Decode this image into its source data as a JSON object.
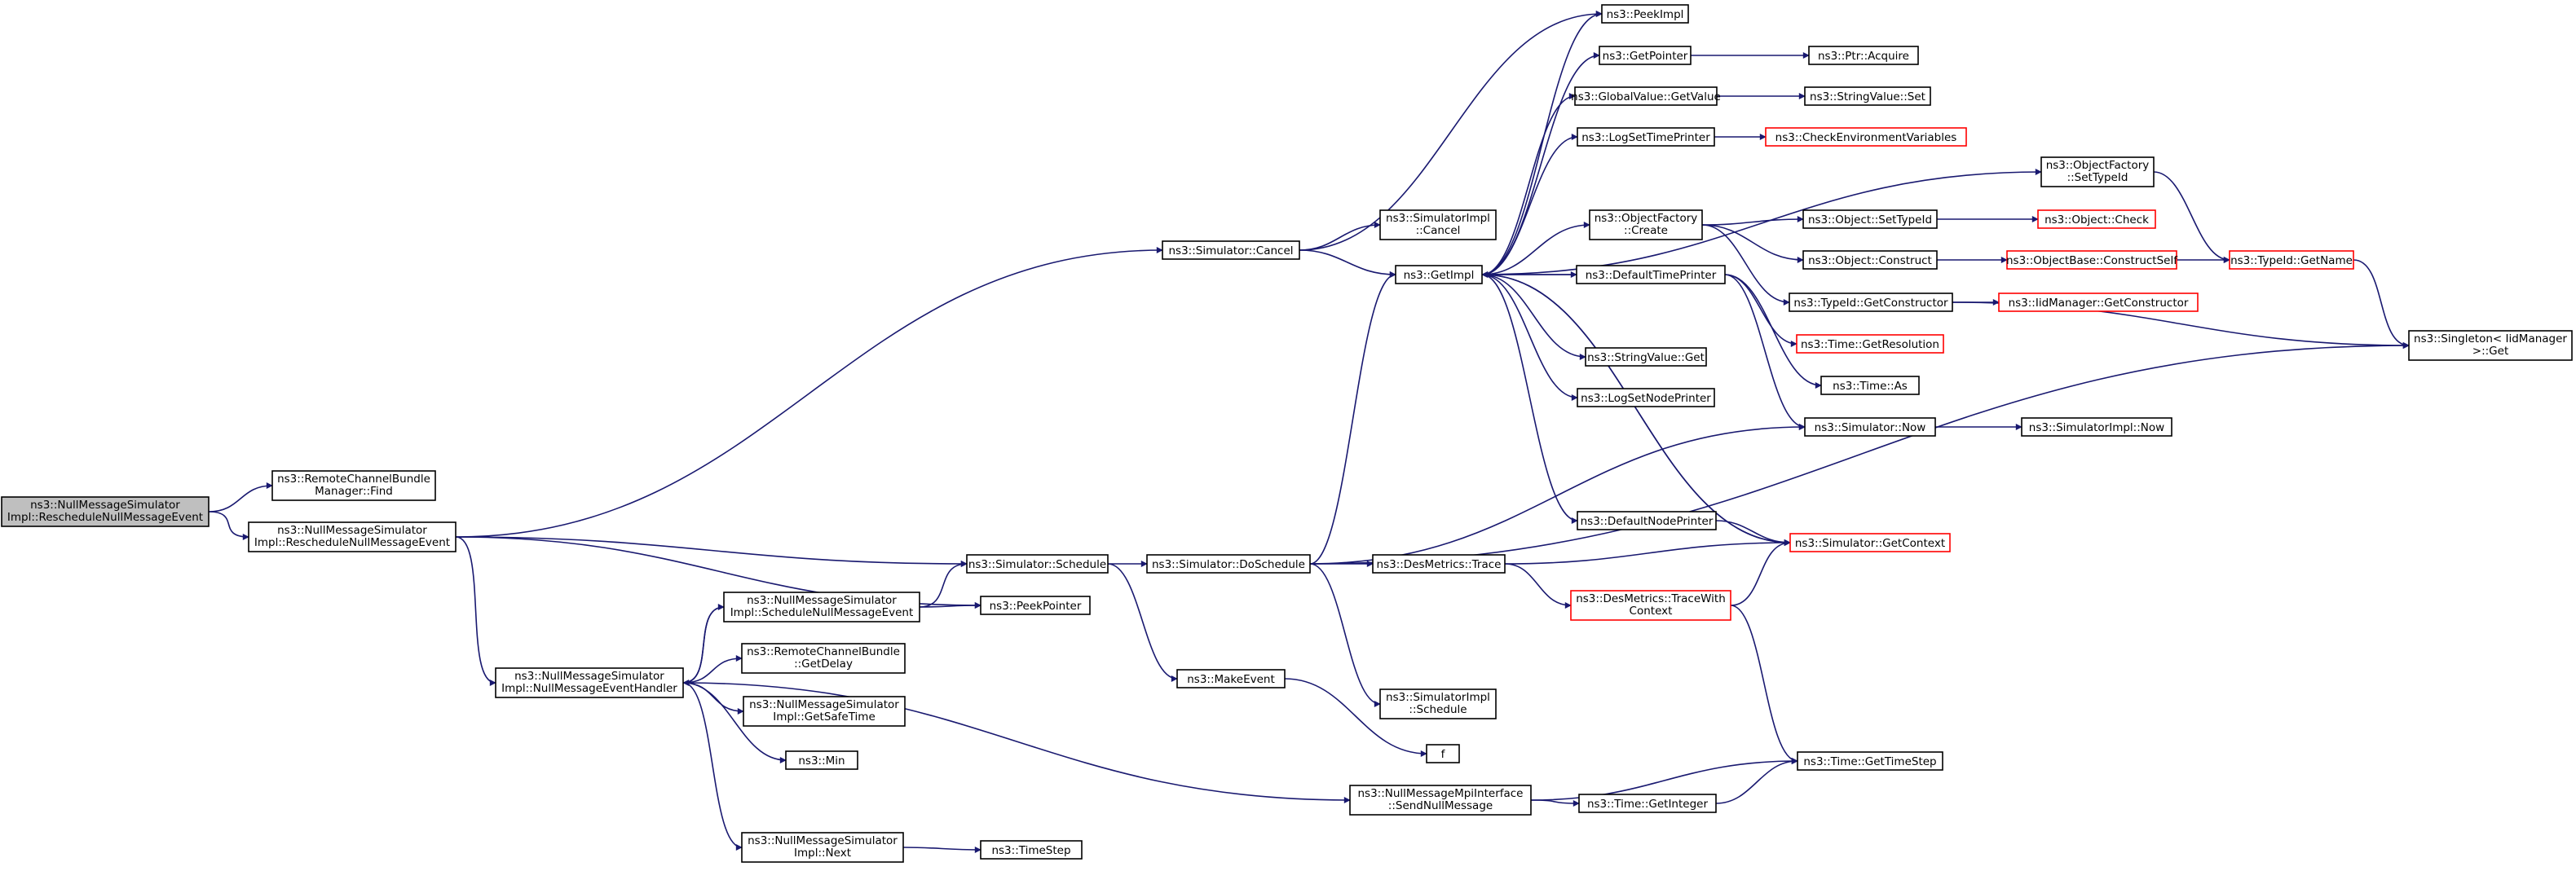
{
  "graph": {
    "colors": {
      "edge": "#191970",
      "border": "#000000",
      "truncated_border": "#ff0000",
      "root_fill": "#bfbfbf",
      "node_fill": "#ffffff"
    },
    "nodes": [
      {
        "id": "root",
        "lines": [
          "ns3::NullMessageSimulator",
          "Impl::RescheduleNullMessageEvent"
        ],
        "root": true
      },
      {
        "id": "rcb_find",
        "lines": [
          "ns3::RemoteChannelBundle",
          "Manager::Find"
        ]
      },
      {
        "id": "nms_resched",
        "lines": [
          "ns3::NullMessageSimulator",
          "Impl::RescheduleNullMessageEvent"
        ]
      },
      {
        "id": "sim_cancel",
        "lines": [
          "ns3::Simulator::Cancel"
        ]
      },
      {
        "id": "sim_schedule",
        "lines": [
          "ns3::Simulator::Schedule"
        ]
      },
      {
        "id": "peekpointer",
        "lines": [
          "ns3::PeekPointer"
        ]
      },
      {
        "id": "nms_handler",
        "lines": [
          "ns3::NullMessageSimulator",
          "Impl::NullMessageEventHandler"
        ]
      },
      {
        "id": "nms_schedevt",
        "lines": [
          "ns3::NullMessageSimulator",
          "Impl::ScheduleNullMessageEvent"
        ]
      },
      {
        "id": "rcb_delay",
        "lines": [
          "ns3::RemoteChannelBundle",
          "::GetDelay"
        ]
      },
      {
        "id": "nms_safetime",
        "lines": [
          "ns3::NullMessageSimulator",
          "Impl::GetSafeTime"
        ]
      },
      {
        "id": "min",
        "lines": [
          "ns3::Min"
        ]
      },
      {
        "id": "nms_next",
        "lines": [
          "ns3::NullMessageSimulator",
          "Impl::Next"
        ]
      },
      {
        "id": "timestep",
        "lines": [
          "ns3::TimeStep"
        ]
      },
      {
        "id": "simimpl_cancel",
        "lines": [
          "ns3::SimulatorImpl",
          "::Cancel"
        ]
      },
      {
        "id": "getimpl",
        "lines": [
          "ns3::GetImpl"
        ]
      },
      {
        "id": "doschedule",
        "lines": [
          "ns3::Simulator::DoSchedule"
        ]
      },
      {
        "id": "makeevent",
        "lines": [
          "ns3::MakeEvent"
        ]
      },
      {
        "id": "simimpl_schedule",
        "lines": [
          "ns3::SimulatorImpl",
          "::Schedule"
        ]
      },
      {
        "id": "f",
        "lines": [
          "f"
        ]
      },
      {
        "id": "sendnull",
        "lines": [
          "ns3::NullMessageMpiInterface",
          "::SendNullMessage"
        ]
      },
      {
        "id": "peekimpl",
        "lines": [
          "ns3::PeekImpl"
        ]
      },
      {
        "id": "getpointer",
        "lines": [
          "ns3::GetPointer"
        ]
      },
      {
        "id": "ptr_acquire",
        "lines": [
          "ns3::Ptr::Acquire"
        ]
      },
      {
        "id": "gv_getvalue",
        "lines": [
          "ns3::GlobalValue::GetValue"
        ]
      },
      {
        "id": "sv_set",
        "lines": [
          "ns3::StringValue::Set"
        ]
      },
      {
        "id": "logsettp",
        "lines": [
          "ns3::LogSetTimePrinter"
        ]
      },
      {
        "id": "checkenv",
        "lines": [
          "ns3::CheckEnvironmentVariables"
        ],
        "truncated": true
      },
      {
        "id": "of_settypeid",
        "lines": [
          "ns3::ObjectFactory",
          "::SetTypeId"
        ]
      },
      {
        "id": "of_create",
        "lines": [
          "ns3::ObjectFactory",
          "::Create"
        ]
      },
      {
        "id": "obj_settypeid",
        "lines": [
          "ns3::Object::SetTypeId"
        ]
      },
      {
        "id": "obj_check",
        "lines": [
          "ns3::Object::Check"
        ],
        "truncated": true
      },
      {
        "id": "obj_construct",
        "lines": [
          "ns3::Object::Construct"
        ]
      },
      {
        "id": "ob_constructself",
        "lines": [
          "ns3::ObjectBase::ConstructSelf"
        ],
        "truncated": true
      },
      {
        "id": "typeid_getname",
        "lines": [
          "ns3::TypeId::GetName"
        ],
        "truncated": true
      },
      {
        "id": "deftp",
        "lines": [
          "ns3::DefaultTimePrinter"
        ]
      },
      {
        "id": "typeid_getctor",
        "lines": [
          "ns3::TypeId::GetConstructor"
        ]
      },
      {
        "id": "iid_getctor",
        "lines": [
          "ns3::IidManager::GetConstructor"
        ],
        "truncated": true
      },
      {
        "id": "singleton_get",
        "lines": [
          "ns3::Singleton< IidManager",
          ">::Get"
        ]
      },
      {
        "id": "time_getres",
        "lines": [
          "ns3::Time::GetResolution"
        ],
        "truncated": true
      },
      {
        "id": "sv_get",
        "lines": [
          "ns3::StringValue::Get"
        ]
      },
      {
        "id": "time_as",
        "lines": [
          "ns3::Time::As"
        ]
      },
      {
        "id": "logsetnp",
        "lines": [
          "ns3::LogSetNodePrinter"
        ]
      },
      {
        "id": "sim_now",
        "lines": [
          "ns3::Simulator::Now"
        ]
      },
      {
        "id": "simimpl_now",
        "lines": [
          "ns3::SimulatorImpl::Now"
        ]
      },
      {
        "id": "defnp",
        "lines": [
          "ns3::DefaultNodePrinter"
        ]
      },
      {
        "id": "sim_getcontext",
        "lines": [
          "ns3::Simulator::GetContext"
        ],
        "truncated": true
      },
      {
        "id": "des_trace",
        "lines": [
          "ns3::DesMetrics::Trace"
        ]
      },
      {
        "id": "des_tracewith",
        "lines": [
          "ns3::DesMetrics::TraceWith",
          "Context"
        ],
        "truncated": true
      },
      {
        "id": "time_getstep",
        "lines": [
          "ns3::Time::GetTimeStep"
        ]
      },
      {
        "id": "time_getint",
        "lines": [
          "ns3::Time::GetInteger"
        ]
      }
    ],
    "edges": [
      [
        "root",
        "rcb_find"
      ],
      [
        "root",
        "nms_resched"
      ],
      [
        "nms_resched",
        "sim_cancel"
      ],
      [
        "nms_resched",
        "sim_schedule"
      ],
      [
        "nms_resched",
        "peekpointer"
      ],
      [
        "nms_resched",
        "nms_handler"
      ],
      [
        "sim_cancel",
        "peekimpl"
      ],
      [
        "sim_cancel",
        "simimpl_cancel"
      ],
      [
        "sim_cancel",
        "getimpl"
      ],
      [
        "sim_schedule",
        "doschedule"
      ],
      [
        "sim_schedule",
        "makeevent"
      ],
      [
        "nms_handler",
        "nms_schedevt"
      ],
      [
        "nms_handler",
        "rcb_delay"
      ],
      [
        "nms_handler",
        "nms_safetime"
      ],
      [
        "nms_handler",
        "min"
      ],
      [
        "nms_handler",
        "nms_next"
      ],
      [
        "nms_handler",
        "sendnull"
      ],
      [
        "nms_schedevt",
        "sim_schedule"
      ],
      [
        "nms_schedevt",
        "peekpointer"
      ],
      [
        "nms_schedevt",
        "nms_handler"
      ],
      [
        "nms_next",
        "timestep"
      ],
      [
        "doschedule",
        "getimpl"
      ],
      [
        "doschedule",
        "sim_now"
      ],
      [
        "doschedule",
        "des_trace"
      ],
      [
        "doschedule",
        "simimpl_schedule"
      ],
      [
        "doschedule",
        "singleton_get"
      ],
      [
        "makeevent",
        "f"
      ],
      [
        "sendnull",
        "time_getstep"
      ],
      [
        "sendnull",
        "time_getint"
      ],
      [
        "time_getint",
        "time_getstep"
      ],
      [
        "getimpl",
        "peekimpl"
      ],
      [
        "getimpl",
        "getpointer"
      ],
      [
        "getimpl",
        "gv_getvalue"
      ],
      [
        "getimpl",
        "logsettp"
      ],
      [
        "getimpl",
        "of_settypeid"
      ],
      [
        "getimpl",
        "of_create"
      ],
      [
        "getimpl",
        "deftp"
      ],
      [
        "getimpl",
        "sv_get"
      ],
      [
        "getimpl",
        "logsetnp"
      ],
      [
        "getimpl",
        "defnp"
      ],
      [
        "getimpl",
        "sim_getcontext"
      ],
      [
        "getpointer",
        "ptr_acquire"
      ],
      [
        "gv_getvalue",
        "sv_set"
      ],
      [
        "logsettp",
        "checkenv"
      ],
      [
        "of_settypeid",
        "typeid_getname"
      ],
      [
        "of_create",
        "obj_settypeid"
      ],
      [
        "of_create",
        "obj_construct"
      ],
      [
        "of_create",
        "typeid_getctor"
      ],
      [
        "obj_settypeid",
        "obj_check"
      ],
      [
        "obj_construct",
        "ob_constructself"
      ],
      [
        "ob_constructself",
        "typeid_getname"
      ],
      [
        "typeid_getname",
        "singleton_get"
      ],
      [
        "typeid_getctor",
        "iid_getctor"
      ],
      [
        "typeid_getctor",
        "singleton_get"
      ],
      [
        "deftp",
        "getimpl"
      ],
      [
        "deftp",
        "time_getres"
      ],
      [
        "deftp",
        "time_as"
      ],
      [
        "deftp",
        "sim_now"
      ],
      [
        "sim_now",
        "simimpl_now"
      ],
      [
        "defnp",
        "sim_getcontext"
      ],
      [
        "sim_getcontext",
        "getimpl"
      ],
      [
        "des_trace",
        "sim_getcontext"
      ],
      [
        "des_trace",
        "des_tracewith"
      ],
      [
        "des_tracewith",
        "sim_getcontext"
      ],
      [
        "des_tracewith",
        "time_getstep"
      ]
    ]
  }
}
